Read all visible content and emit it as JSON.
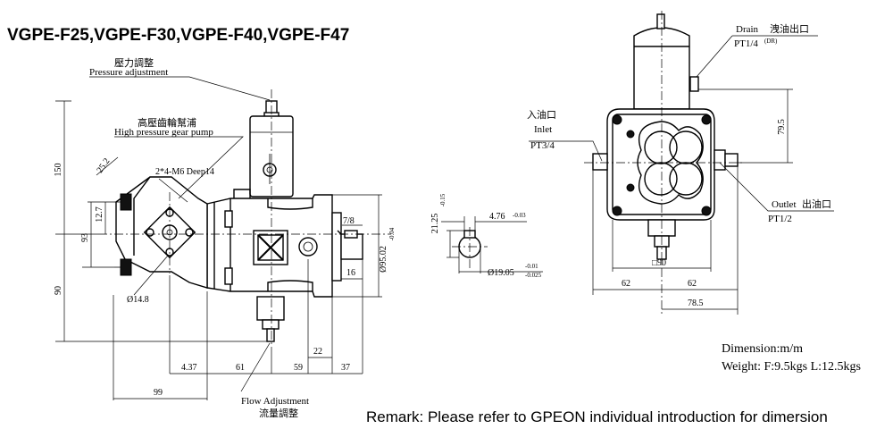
{
  "title": "VGPE-F25,VGPE-F30,VGPE-F40,VGPE-F47",
  "labels": {
    "pressure_adj_cn": "壓力調整",
    "pressure_adj_en": "Pressure adjustment",
    "hp_pump_cn": "高壓齒輪幫浦",
    "hp_pump_en": "High pressure gear pump",
    "bolt_spec": "2*4-M6 Deep14",
    "flow_adj_en": "Flow Adjustment",
    "flow_adj_cn": "流量調整",
    "drain_en": "Drain",
    "drain_cn": "洩油出口",
    "drain_port": "PT1/4",
    "drain_port_sup": "(DR)",
    "inlet_cn": "入油口",
    "inlet_en": "Inlet",
    "inlet_port": "PT3/4",
    "outlet_en": "Outlet",
    "outlet_cn": "出油口",
    "outlet_port": "PT1/2"
  },
  "dims": {
    "d150": "150",
    "d93": "93",
    "d90": "90",
    "d12_7": "12.7",
    "d25_2": "25.2",
    "d14_8": "Ø14.8",
    "d4_37": "4.37",
    "d61": "61",
    "d59": "59",
    "d37": "37",
    "d22": "22",
    "d16": "16",
    "d99": "99",
    "d7_8": "7/8",
    "d95": "Ø95.02",
    "d95_tol": "-0.04",
    "d4_76": "4.76",
    "d4_76_tol": "-0.03",
    "d21_25": "21.25",
    "d21_25_tol": "-0.15",
    "d19_05": "Ø19.05",
    "d19_05_tol_a": "-0.01",
    "d19_05_tol_b": "-0.025",
    "d79_5": "79.5",
    "d62_left": "62",
    "d62_right": "62",
    "d78_5": "78.5",
    "sq90": "□90"
  },
  "info": {
    "dimension": "Dimension:m/m",
    "weight": "Weight: F:9.5kgs  L:12.5kgs",
    "remark": "Remark: Please refer to GPEON individual introduction for dimersion"
  }
}
